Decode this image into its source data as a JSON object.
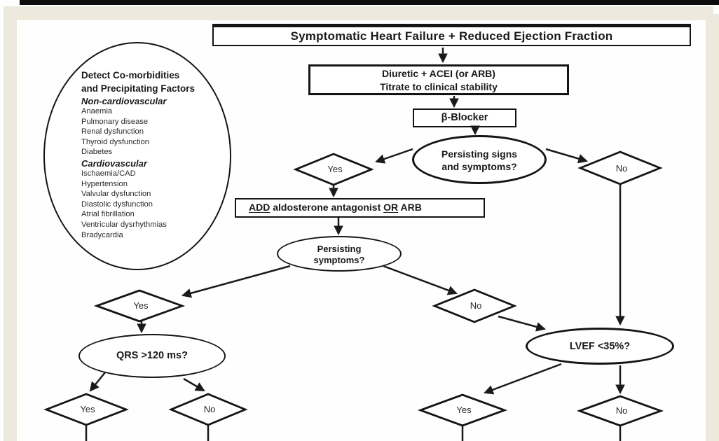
{
  "colors": {
    "ink": "#1a1a1a",
    "frame_beige": "#edeadd",
    "top_bar": "#0d0d0d",
    "node_fill": "#ffffff"
  },
  "chart": {
    "title_box": "Symptomatic Heart Failure + Reduced Ejection Fraction",
    "diuretic_box": {
      "line1": "Diuretic + ACEI (or ARB)",
      "line2": "Titrate to clinical stability"
    },
    "beta_blocker_box": "β-Blocker",
    "signs_ellipse": {
      "line1": "Persisting signs",
      "line2": "and symptoms?"
    },
    "add_box": {
      "part1": "ADD",
      "part2": " aldosterone antagonist ",
      "part3": "OR",
      "part4": " ARB"
    },
    "symptoms_ellipse": {
      "line1": "Persisting",
      "line2": "symptoms?"
    },
    "qrs_ellipse": "QRS  >120 ms?",
    "lvef_ellipse": "LVEF <35%?",
    "decisions": {
      "yes1": "Yes",
      "no1": "No",
      "yes2": "Yes",
      "no2": "No",
      "yes3": "Yes",
      "no3": "No",
      "yes4": "Yes",
      "no4": "No"
    },
    "comorbidity_ellipse": {
      "title1": "Detect Co-morbidities",
      "title2": "and Precipitating Factors",
      "noncardio_header": "Non-cardiovascular",
      "noncardio_items": [
        "Anaemia",
        "Pulmonary disease",
        "Renal dysfunction",
        "Thyroid dysfunction",
        "Diabetes"
      ],
      "cardio_header": "Cardiovascular",
      "cardio_items": [
        "Ischaemia/CAD",
        "Hypertension",
        "Valvular dysfunction",
        "Diastolic dysfunction",
        "Atrial fibrillation",
        "Ventricular dysrhythmias",
        "Bradycardia"
      ]
    }
  }
}
